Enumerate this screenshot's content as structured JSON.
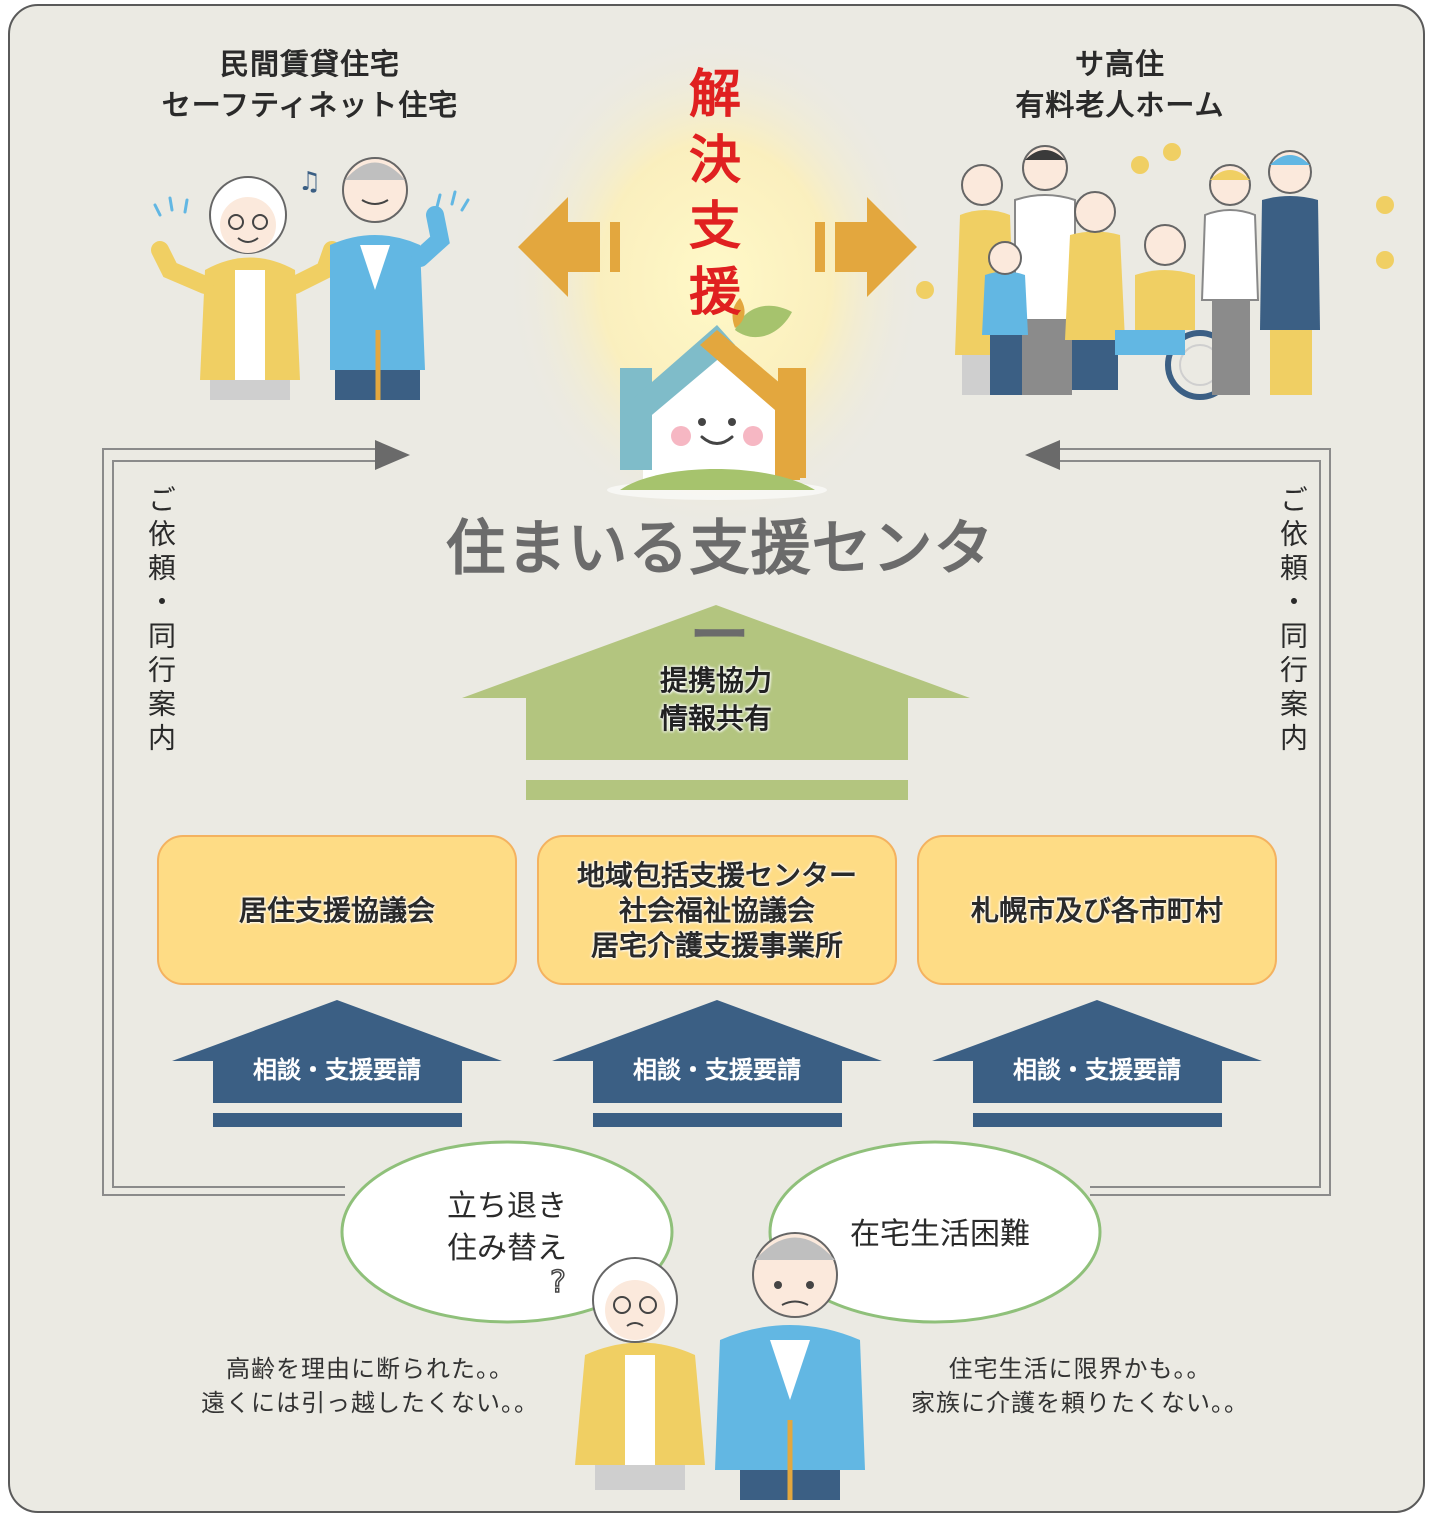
{
  "colors": {
    "background": "#ebeae3",
    "border": "#5a5a5a",
    "resolve_red": "#e02020",
    "orange_arrow": "#e3a73e",
    "green_arrow": "#b3c57f",
    "blue_arrow": "#3b5f84",
    "org_box_fill": "#fedc85",
    "org_box_border": "#f4b25f",
    "bubble_border": "#8fc07a"
  },
  "top_left": {
    "label": "民間賃貸住宅\nセーフティネット住宅"
  },
  "top_right": {
    "label": "サ高住\n有料老人ホーム"
  },
  "resolve": {
    "label": "解\n決\n支\n援"
  },
  "center": {
    "title": "住まいる支援センター"
  },
  "side_left": {
    "label": "ご依頼・同行案内"
  },
  "side_right": {
    "label": "ご依頼・同行案内"
  },
  "cooperation": {
    "label": "提携協力\n情報共有"
  },
  "organizations": [
    {
      "label": "居住支援協議会"
    },
    {
      "label": "地域包括支援センター\n社会福祉協議会\n居宅介護支援事業所"
    },
    {
      "label": "札幌市及び各市町村"
    }
  ],
  "requests": [
    {
      "label": "相談・支援要請"
    },
    {
      "label": "相談・支援要請"
    },
    {
      "label": "相談・支援要請"
    }
  ],
  "bubbles": [
    {
      "text": "立ち退き\n住み替え"
    },
    {
      "text": "在宅生活困難"
    }
  ],
  "notes": {
    "left": "高齢を理由に断られた。。\n遠くには引っ越したくない。。",
    "right": "住宅生活に限界かも。。\n家族に介護を頼りたくない。。"
  },
  "icons": [
    "happy-elderly-couple-illustration",
    "family-caregivers-illustration",
    "house-logo-icon",
    "worried-elderly-couple-illustration",
    "music-note-icon",
    "question-mark-icon"
  ]
}
